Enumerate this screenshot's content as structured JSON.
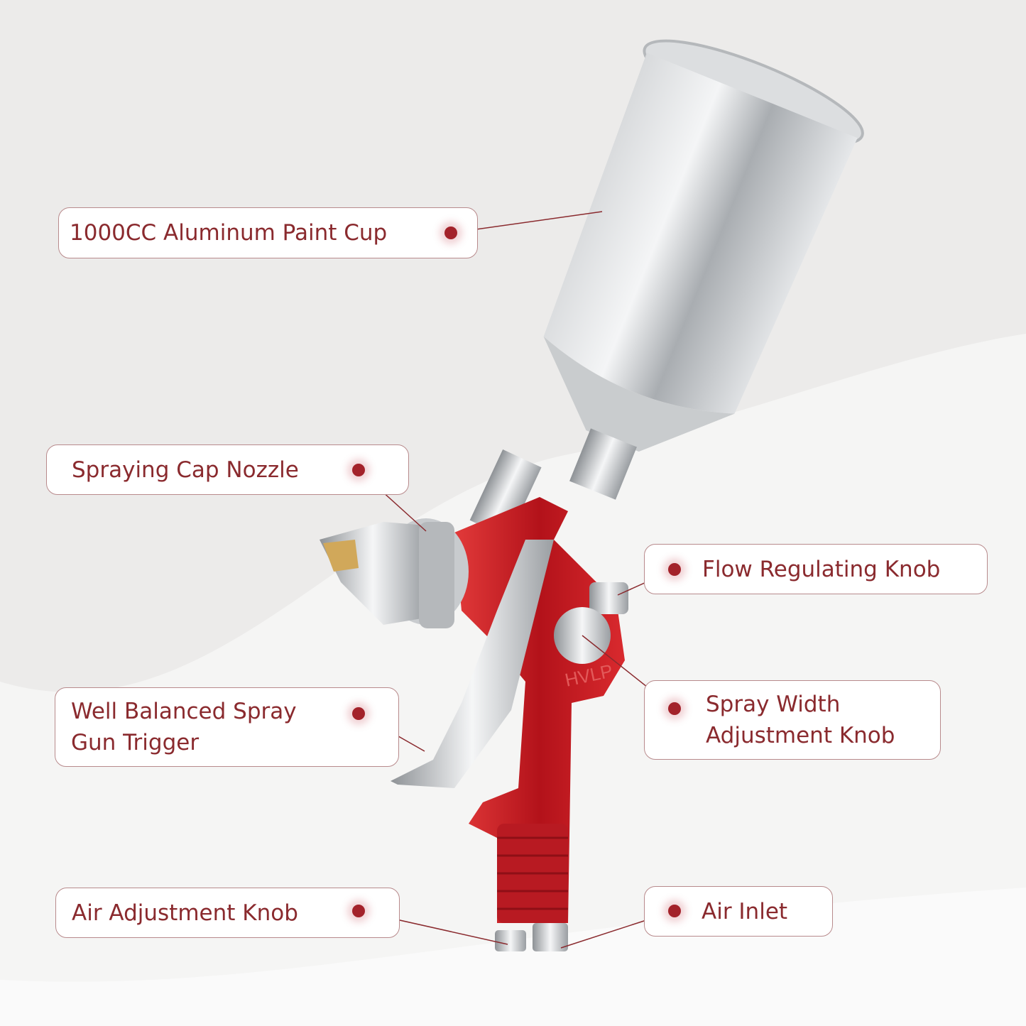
{
  "accent_color": "#8a2a2e",
  "dot_color": "#a3222a",
  "product_marking": "HVLP",
  "callouts": [
    {
      "lines": [
        "1000CC Aluminum Paint Cup"
      ]
    },
    {
      "lines": [
        "Spraying Cap Nozzle"
      ]
    },
    {
      "lines": [
        "Flow Regulating Knob"
      ]
    },
    {
      "lines": [
        "Well Balanced Spray",
        "Gun Trigger"
      ]
    },
    {
      "lines": [
        "Spray Width",
        "Adjustment Knob"
      ]
    },
    {
      "lines": [
        "Air Adjustment Knob"
      ]
    },
    {
      "lines": [
        "Air Inlet"
      ]
    }
  ]
}
